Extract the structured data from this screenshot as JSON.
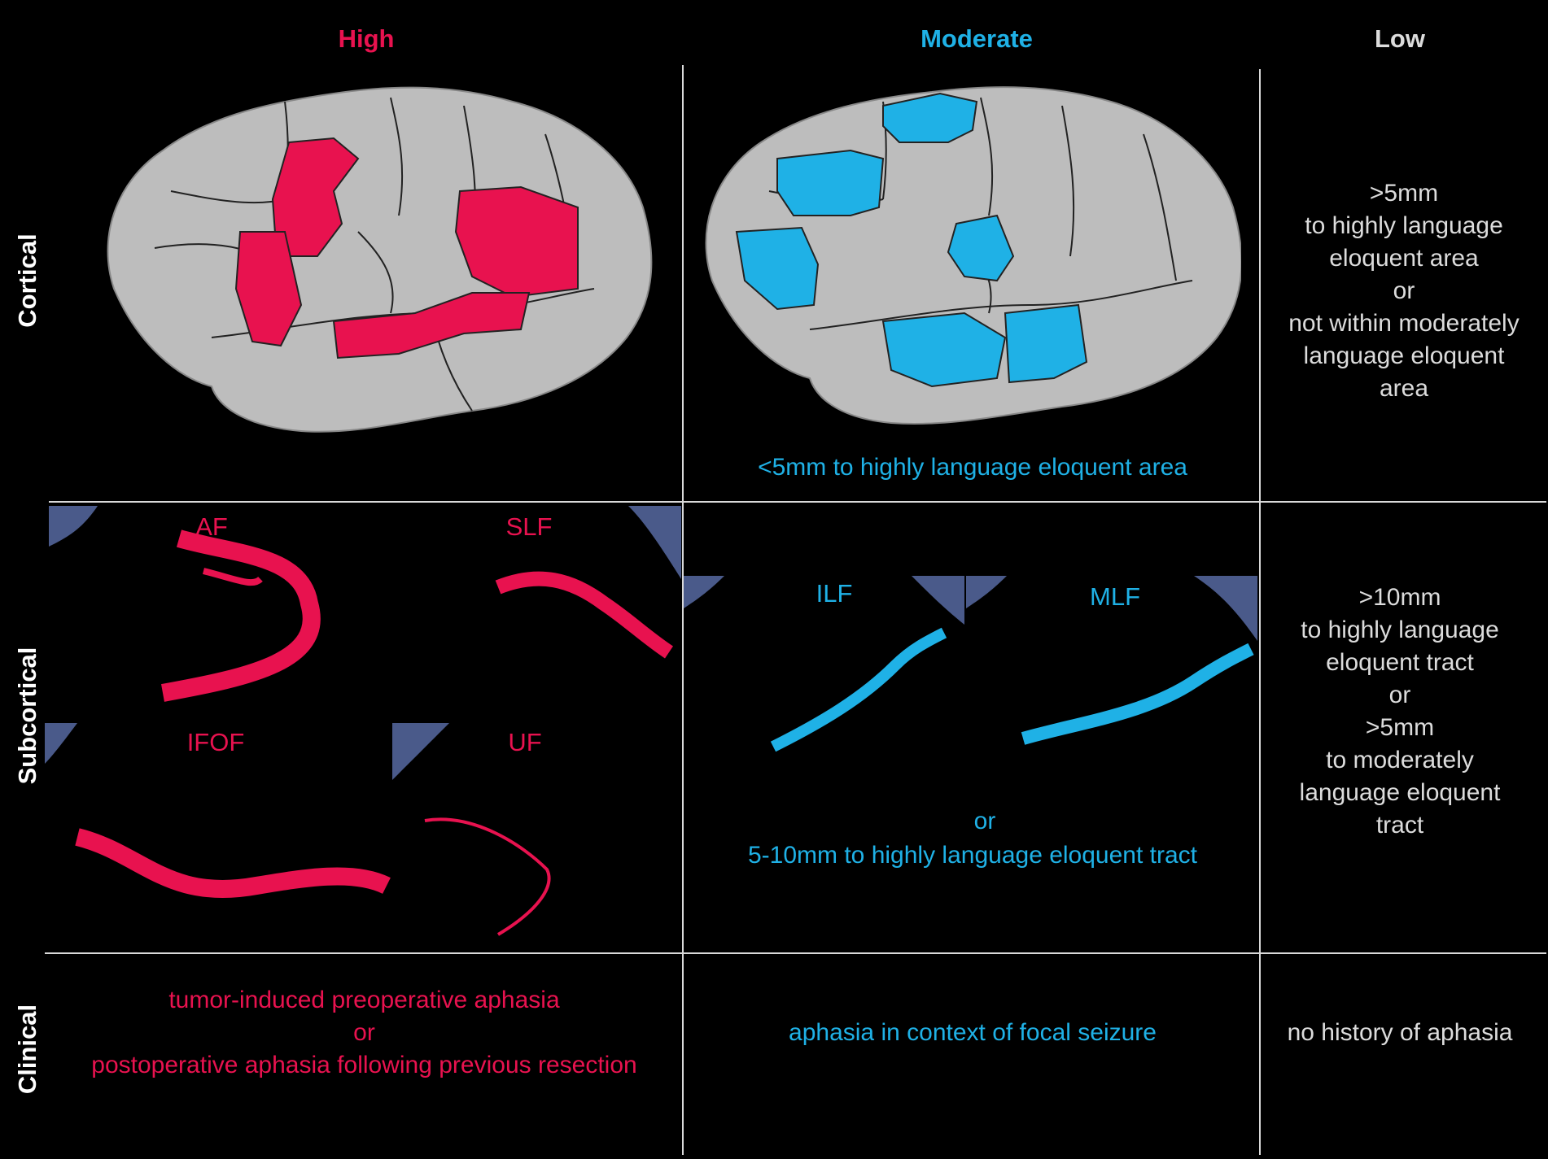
{
  "headers": {
    "high": "High",
    "moderate": "Moderate",
    "low": "Low"
  },
  "row_labels": {
    "cortical": "Cortical",
    "subcortical": "Subcortical",
    "clinical": "Clinical"
  },
  "cortical": {
    "moderate_caption": "<5mm to highly language eloquent area",
    "low_lines": [
      ">5mm",
      "to highly language",
      "eloquent area",
      "or",
      "not within moderately",
      "language eloquent",
      "area"
    ]
  },
  "subcortical": {
    "high_tracts": [
      "AF",
      "SLF",
      "IFOF",
      "UF"
    ],
    "moderate_tracts": [
      "ILF",
      "MLF"
    ],
    "moderate_or": "or",
    "moderate_caption": "5-10mm to highly language eloquent tract",
    "low_lines": [
      ">10mm",
      "to highly language",
      "eloquent tract",
      "or",
      ">5mm",
      "to moderately",
      "language eloquent",
      "tract"
    ]
  },
  "clinical": {
    "high_lines": [
      "tumor-induced preoperative aphasia",
      "or",
      "postoperative aphasia following previous resection"
    ],
    "moderate": "aphasia in context of focal seizure",
    "low": "no history of aphasia"
  },
  "colors": {
    "high": "#e8124f",
    "moderate": "#1fb1e6",
    "low": "#dcdcdc",
    "brain": "#bdbdbd",
    "background": "#000000"
  }
}
